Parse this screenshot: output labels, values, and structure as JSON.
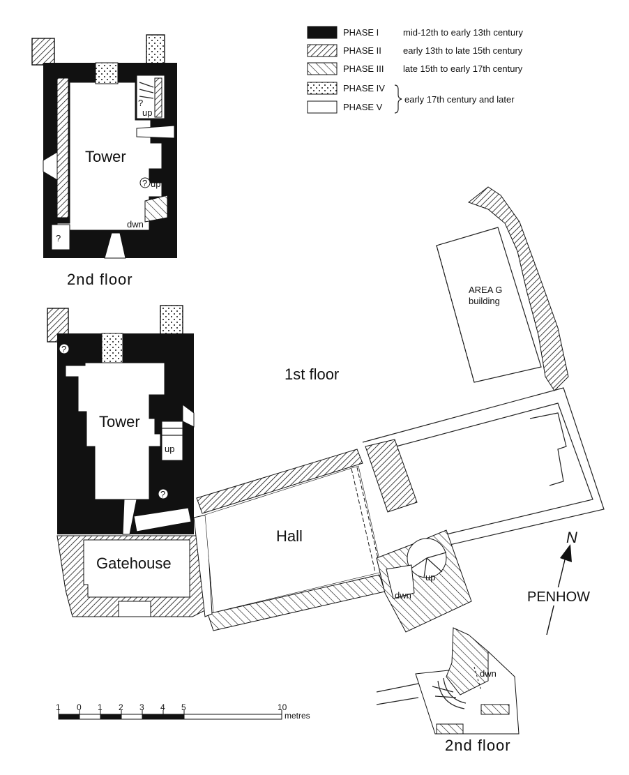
{
  "legend": {
    "items": [
      {
        "phase": "PHASE I",
        "period": "mid-12th to early 13th century",
        "pattern": "solid"
      },
      {
        "phase": "PHASE II",
        "period": "early 13th to late 15th century",
        "pattern": "hatch-dense"
      },
      {
        "phase": "PHASE III",
        "period": "late 15th to early 17th century",
        "pattern": "hatch-sparse"
      },
      {
        "phase": "PHASE IV",
        "period": "",
        "pattern": "dots"
      },
      {
        "phase": "PHASE V",
        "period": "",
        "pattern": "blank"
      }
    ],
    "brace_text": "early 17th century and later"
  },
  "labels": {
    "tower_upper": "Tower",
    "second_floor_tower": "2nd  floor",
    "tower_lower": "Tower",
    "first_floor": "1st floor",
    "area_g_line1": "AREA G",
    "area_g_line2": "building",
    "hall": "Hall",
    "gatehouse": "Gatehouse",
    "penhow": "PENHOW",
    "north": "N",
    "second_floor_stair": "2nd  floor",
    "up_1": "up",
    "up_2": "up",
    "up_3": "up",
    "dwn_1": "dwn",
    "dwn_2": "dwn",
    "dwn_3": "dwn",
    "q_1": "?",
    "q_2": "?",
    "q_3": "?",
    "q_4": "?",
    "q_5": "?"
  },
  "scale": {
    "ticks": [
      "1",
      "0",
      "1",
      "2",
      "3",
      "4",
      "5",
      "10"
    ],
    "unit": "metres"
  },
  "colors": {
    "ink": "#111111",
    "paper": "#ffffff"
  }
}
